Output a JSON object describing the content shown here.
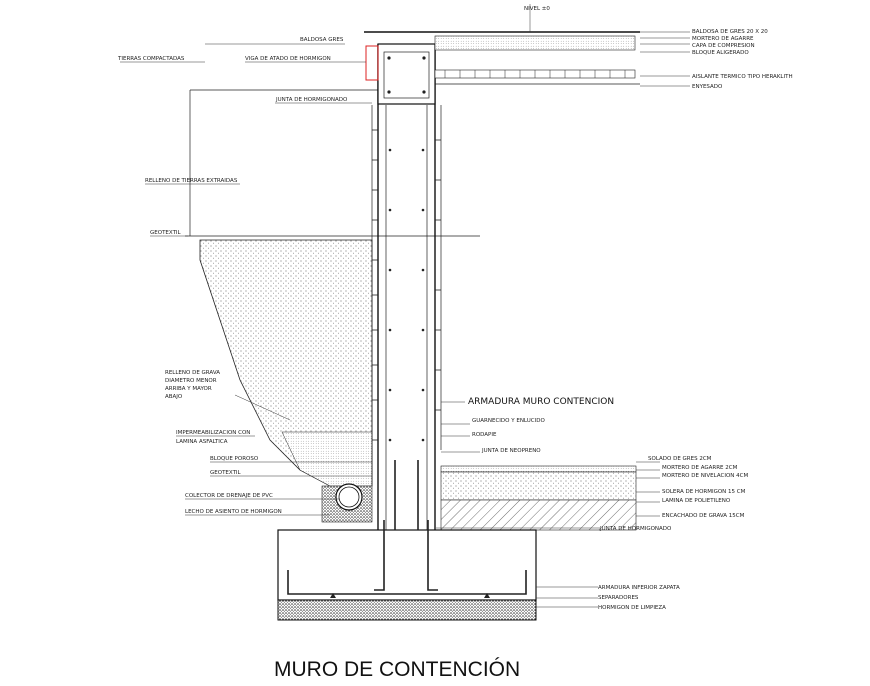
{
  "title": "MURO DE CONTENCIÓN",
  "labels": {
    "nivel": "NIVEL ±0",
    "baldosa_gres": "BALDOSA GRES",
    "tierras_compactadas": "TIERRAS COMPACTADAS",
    "viga_atado": "VIGA DE ATADO DE HORMIGON",
    "junta_hormigonado_top": "JUNTA DE HORMIGONADO",
    "relleno_tierras": "RELLENO DE TIERRAS EXTRAIDAS",
    "geotextil_top": "GEOTEXTIL",
    "relleno_grava_1": "RELLENO DE GRAVA",
    "relleno_grava_2": "DIAMETRO MENOR",
    "relleno_grava_3": "ARRIBA Y MAYOR",
    "relleno_grava_4": "ABAJO",
    "impermeabilizacion_1": "IMPERMEABILIZACION CON",
    "impermeabilizacion_2": "LAMINA ASFALTICA",
    "bloque_poroso": "BLOQUE POROSO",
    "geotextil_bottom": "GEOTEXTIL",
    "colector": "COLECTOR DE DRENAJE DE PVC",
    "lecho": "LECHO DE ASIENTO DE HORMIGON",
    "baldosa_gres_20": "BALDOSA DE GRES 20 X 20",
    "mortero_agarre_top": "MORTERO DE AGARRE",
    "capa_compresion": "CAPA DE COMPRESION",
    "bloque_aligerado": "BLOQUE ALIGERADO",
    "aislante": "AISLANTE TERMICO TIPO HERAKLITH",
    "enlucido": "ENYESADO",
    "armadura_muro": "ARMADURA MURO CONTENCION",
    "guarnecido": "GUARNECIDO Y ENLUCIDO",
    "rodapie": "RODAPIE",
    "junta_neopreno": "JUNTA DE NEOPRENO",
    "solado_gres": "SOLADO DE GRES 2CM",
    "mortero_agarre": "MORTERO DE AGARRE 2CM",
    "mortero_nivelacion": "MORTERO DE NIVELACION 4CM",
    "solera_hormigon": "SOLERA DE HORMIGON 15 CM",
    "lamina_polietileno": "LAMINA DE POLIETILENO",
    "encachado": "ENCACHADO DE GRAVA 15CM",
    "junta_hormigonado_bottom": "JUNTA DE HORMIGONADO",
    "armadura_zapata": "ARMADURA INFERIOR ZAPATA",
    "separadores": "SEPARADORES",
    "hormigon_limpieza": "HORMIGON DE LIMPIEZA"
  }
}
